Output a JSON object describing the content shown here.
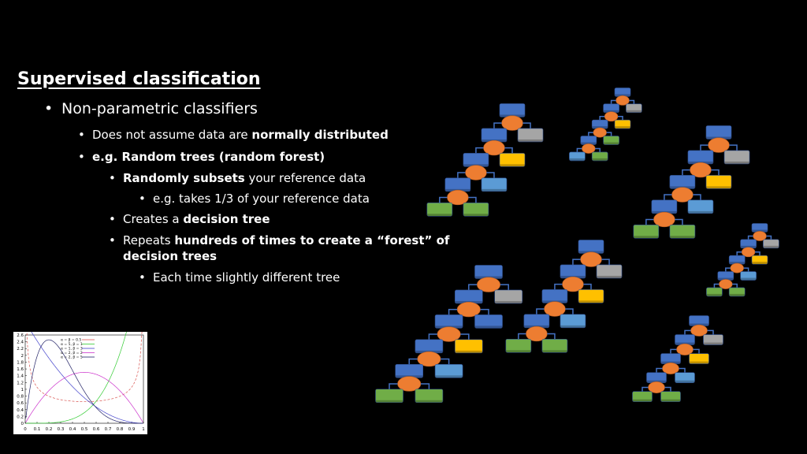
{
  "slide": {
    "title": "Supervised classification",
    "bullets": [
      {
        "plain1": "Non-parametric classifiers"
      },
      {
        "plain1": "Does not assume data are ",
        "bold1": "normally distributed"
      },
      {
        "bold1": "e.g. Random trees (random forest)"
      },
      {
        "bold1": "Randomly subsets",
        "plain2": " your reference data"
      },
      {
        "plain1": "e.g. takes 1/3 of your reference data"
      },
      {
        "plain1": "Creates a ",
        "bold1": "decision tree"
      },
      {
        "plain1": "Repeats ",
        "bold1": "hundreds of times to create a “forest” of",
        "bold2": "decision trees"
      },
      {
        "plain1": "Each time slightly different tree"
      }
    ]
  },
  "figure": {
    "chart_data": {
      "type": "line",
      "x_ticks": [
        "0",
        "0.1",
        "0.2",
        "0.3",
        "0.4",
        "0.5",
        "0.6",
        "0.7",
        "0.8",
        "0.9",
        "1"
      ],
      "y_ticks": [
        "0",
        "0.2",
        "0.4",
        "0.6",
        "0.8",
        "1",
        "1.2",
        "1.4",
        "1.6",
        "1.8",
        "2",
        "2.2",
        "2.4",
        "2.6"
      ],
      "legend": [
        "α = β = 0.5",
        "α = 5, β = 1",
        "α = 1, β = 3",
        "α = 2, β = 2",
        "α = 2, β = 5"
      ],
      "colors": [
        "#d9534f",
        "#33cc33",
        "#4444cc",
        "#cc33cc",
        "#222266"
      ]
    }
  },
  "colors": {
    "blue": "#4472c4",
    "orange": "#ed7d31",
    "gray": "#a5a5a5",
    "yellow": "#ffc000",
    "green": "#70ad47",
    "light_blue": "#5b9bd5"
  }
}
